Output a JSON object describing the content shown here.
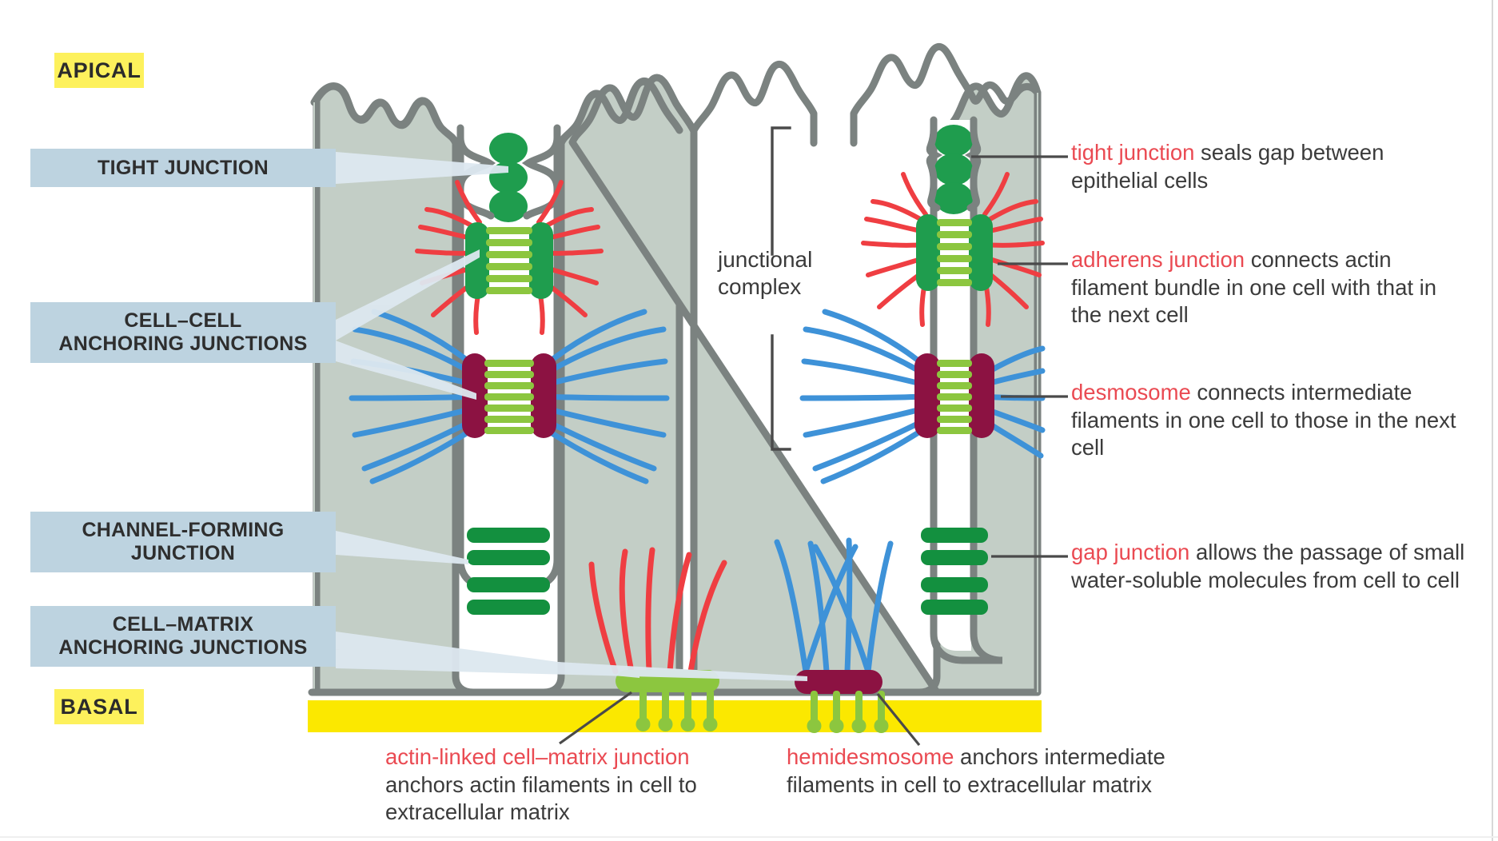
{
  "figure": {
    "subject": "Epithelial cell junctions diagram",
    "colors": {
      "cytoplasm": "#c3cec6",
      "membrane": "#7b8280",
      "basal_lamina": "#fbe800",
      "label_blue": "#bdd3e0",
      "label_yellow": "#fdf15c",
      "accent_red": "#ea4a52",
      "actin_red": "#ef3e42",
      "intermediate_blue": "#3e92d8",
      "tight_green": "#1f9d4e",
      "gap_green": "#13903f",
      "adherens_green": "#1f9d4e",
      "rung_green": "#8cc63f",
      "desmosome_maroon": "#8c1242",
      "text_dark": "#3b3b3b"
    }
  },
  "orientation_labels": {
    "apical": "APICAL",
    "basal": "BASAL"
  },
  "category_labels": [
    {
      "id": "tight-junction",
      "lines": [
        "TIGHT JUNCTION"
      ]
    },
    {
      "id": "cell-cell-anchoring",
      "lines": [
        "CELL–CELL",
        "ANCHORING JUNCTIONS"
      ]
    },
    {
      "id": "channel-forming-junction",
      "lines": [
        "CHANNEL-FORMING",
        "JUNCTION"
      ]
    },
    {
      "id": "cell-matrix-anchoring",
      "lines": [
        "CELL–MATRIX",
        "ANCHORING JUNCTIONS"
      ]
    }
  ],
  "junctional_complex": {
    "line1": "junctional",
    "line2": "complex"
  },
  "annotations": [
    {
      "id": "tight-junction-annotation",
      "term": "tight junction",
      "rest": " seals gap between epithelial cells"
    },
    {
      "id": "adherens-junction-annotation",
      "term": "adherens junction",
      "rest": " connects actin filament bundle in one cell with that in the next cell"
    },
    {
      "id": "desmosome-annotation",
      "term": "desmosome",
      "rest": " connects intermediate filaments in one cell to those in the next cell"
    },
    {
      "id": "gap-junction-annotation",
      "term": "gap junction",
      "rest": " allows the passage of small water-soluble molecules from cell to cell"
    }
  ],
  "bottom_captions": [
    {
      "id": "actin-linked-cell-matrix-junction-caption",
      "term": "actin-linked cell–matrix junction",
      "rest": " anchors actin filaments in cell to extracellular matrix"
    },
    {
      "id": "hemidesmosome-caption",
      "term": "hemidesmosome",
      "rest": " anchors intermediate filaments in cell to extracellular matrix"
    }
  ],
  "structures": {
    "tight_junction": {
      "name": "tight junction",
      "beads": 3
    },
    "adherens_junction": {
      "name": "adherens junction",
      "rungs": 6
    },
    "desmosome": {
      "name": "desmosome",
      "rungs": 7
    },
    "gap_junction": {
      "name": "gap junction",
      "bars": 4
    },
    "actin_linked_cell_matrix_junction": {
      "name": "actin-linked cell-matrix junction",
      "pegs": 4
    },
    "hemidesmosome": {
      "name": "hemidesmosome",
      "pegs": 4
    }
  }
}
